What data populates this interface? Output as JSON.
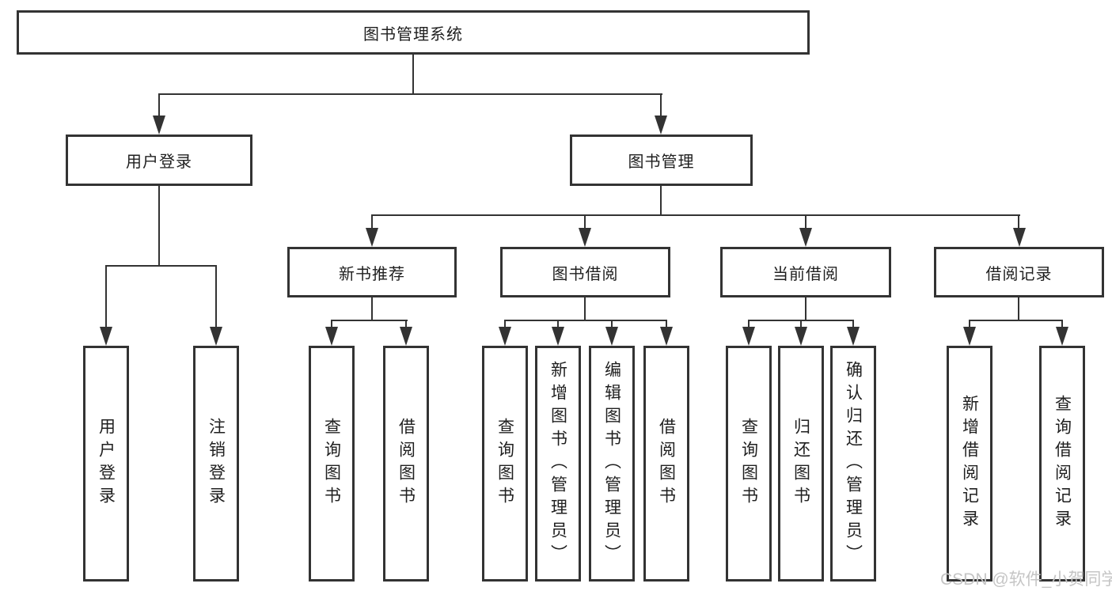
{
  "diagram": {
    "title": "图书管理系统",
    "level2": [
      "用户登录",
      "图书管理"
    ],
    "level3": [
      "新书推荐",
      "图书借阅",
      "当前借阅",
      "借阅记录"
    ],
    "leaves": {
      "login": [
        "用户登录",
        "注销登录"
      ],
      "recommend": [
        "查询图书",
        "借阅图书"
      ],
      "borrow": [
        "查询图书",
        "新增图书（管理员）",
        "编辑图书（管理员）",
        "借阅图书"
      ],
      "current": [
        "查询图书",
        "归还图书",
        "确认归还（管理员）"
      ],
      "records": [
        "新增借阅记录",
        "查询借阅记录"
      ]
    },
    "watermark": "CSDN @软件_小贺同学",
    "colors": {
      "line": "#333333",
      "text": "#1f1f1f",
      "watermark": "#c5c5c5",
      "background": "#ffffff"
    }
  }
}
